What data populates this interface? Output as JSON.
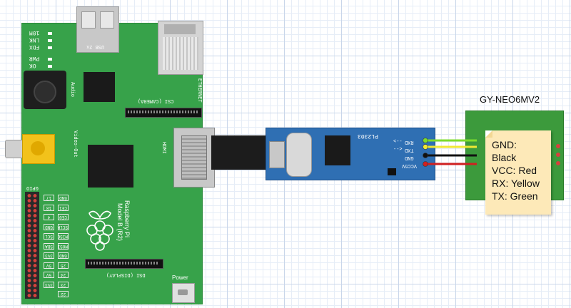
{
  "raspberry_pi": {
    "usb_label": "USB 2x",
    "ethernet_label": "ETHERNET",
    "audio_label": "Audio",
    "video_out_label": "Video-Out",
    "csi_label": "CSI (CAMERA)",
    "dsi_label": "DSI (DISPLAY)",
    "hdmi_label": "HDMI",
    "power_label": "Power",
    "gpio_label": "GPIO",
    "model_line1": "Raspberry Pi",
    "model_line2": "Model B (R2)",
    "leds": [
      "10M",
      "LNK",
      "FDX",
      "PWR",
      "OK"
    ],
    "gpio_pins": [
      "GND",
      "CE1",
      "CE0",
      "SCLK",
      "MISO",
      "MOSI",
      "GND",
      "25",
      "24",
      "23",
      "22",
      "17",
      "18",
      "4",
      "GND",
      "SCL",
      "SDA",
      "3V3",
      "5V",
      "5V",
      "3V3"
    ],
    "colors": {
      "board": "#37a24a",
      "board_edge": "#2b8a3b",
      "connector": "#c8c8c8"
    }
  },
  "adapter": {
    "chip_label": "PL2303",
    "pin_labels": [
      "RXD",
      "TXD",
      "GND",
      "VCC5V"
    ],
    "arrows": [
      "<--",
      "-->"
    ],
    "colors": {
      "board": "#2f6fb3"
    }
  },
  "wires": [
    {
      "name": "RX",
      "color": "#7ddc2c"
    },
    {
      "name": "TX",
      "color": "#f0e834"
    },
    {
      "name": "GND",
      "color": "#111111"
    },
    {
      "name": "VCC",
      "color": "#d02020"
    }
  ],
  "gps_module": {
    "title": "GY-NEO6MV2",
    "colors": {
      "board": "#3c9a3c"
    }
  },
  "note": {
    "lines": [
      "GND:",
      "Black",
      "VCC: Red",
      "RX: Yellow",
      "TX: Green"
    ],
    "colors": {
      "paper": "#fde9b8"
    }
  }
}
